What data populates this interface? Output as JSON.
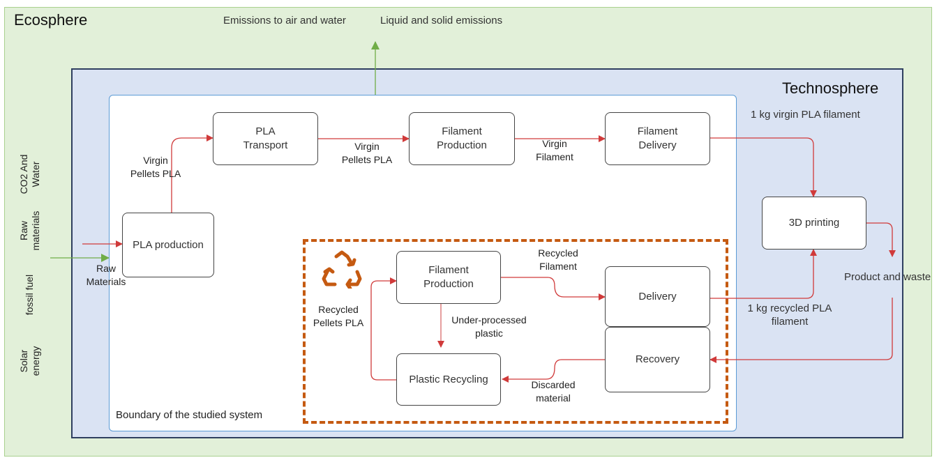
{
  "zones": {
    "ecosphere": "Ecosphere",
    "technosphere": "Technosphere",
    "boundary": "Boundary of the studied system"
  },
  "top_outputs": {
    "air_water": "Emissions to air and water",
    "liquid_solid": "Liquid and solid emissions"
  },
  "inputs": {
    "co2_water": "CO2 And\nWater",
    "raw_materials": "Raw\nmaterials",
    "fossil_fuel": "fossil fuel",
    "solar": "Solar\nenergy"
  },
  "nodes": {
    "pla_production": "PLA production",
    "pla_transport": "PLA\nTransport",
    "filament_production_top": "Filament\nProduction",
    "filament_delivery": "Filament\nDelivery",
    "printing": "3D printing",
    "filament_production_rec": "Filament\nProduction",
    "delivery": "Delivery",
    "recovery": "Recovery",
    "plastic_recycling": "Plastic Recycling"
  },
  "flows": {
    "raw_materials": "Raw\nMaterials",
    "virgin_pellets_1": "Virgin\nPellets PLA",
    "virgin_pellets_2": "Virgin\nPellets PLA",
    "virgin_filament": "Virgin\nFilament",
    "virgin_kg": "1 kg virgin PLA filament",
    "product_waste": "Product and waste",
    "recycled_filament": "Recycled\nFilament",
    "recycled_kg": "1 kg recycled PLA\nfilament",
    "recycled_pellets": "Recycled\nPellets PLA",
    "under_processed": "Under-processed\nplastic",
    "discarded": "Discarded\nmaterial"
  },
  "colors": {
    "ecosphere": "#e2f0d9",
    "technosphere": "#dae3f3",
    "flow_arrow": "#d03a3a",
    "input_arrow": "#70ad47",
    "recycle_border": "#c55a11"
  },
  "icons": {
    "recycle": "recycle-icon"
  }
}
